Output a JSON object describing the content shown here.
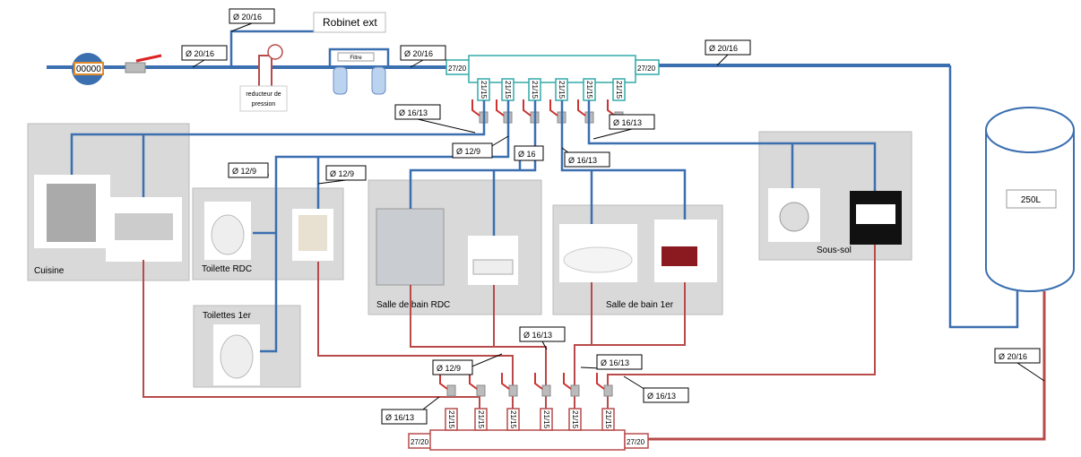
{
  "meter": {
    "label": "00000"
  },
  "robinet_ext": "Robinet ext",
  "reducteur": {
    "line1": "reducteur de",
    "line2": "pression"
  },
  "filtre": "Filtre",
  "tank": "250L",
  "manifold_inlet": "27/20",
  "manifold_outlet": "27/20",
  "port_label": "21/15",
  "pipes": {
    "p1": "Ø 20/16",
    "p2": "Ø 20/16",
    "p3": "Ø 20/16",
    "p4": "Ø 20/16",
    "p5": "Ø 20/16",
    "p6": "Ø 16/13",
    "p7": "Ø 12/9",
    "p8": "Ø 16",
    "p9": "Ø 16/13",
    "p10": "Ø 16/13",
    "p11": "Ø 12/9",
    "p12": "Ø 12/9",
    "p13": "Ø 16/13",
    "p14": "Ø 12/9",
    "p15": "Ø 16/13",
    "p16": "Ø 16/13",
    "p17": "Ø 16/13"
  },
  "rooms": {
    "cuisine": "Cuisine",
    "toilette_rdc": "Toilette RDC",
    "toilettes_1er": "Toilettes 1er",
    "sdb_rdc": "Salle  de bain RDC",
    "sdb_1er": "Salle de bain 1er",
    "sous_sol": "Sous-sol"
  },
  "colors": {
    "cold": "#3b6fb0",
    "hot": "#b94a4a",
    "room": "#d9d9d9"
  }
}
